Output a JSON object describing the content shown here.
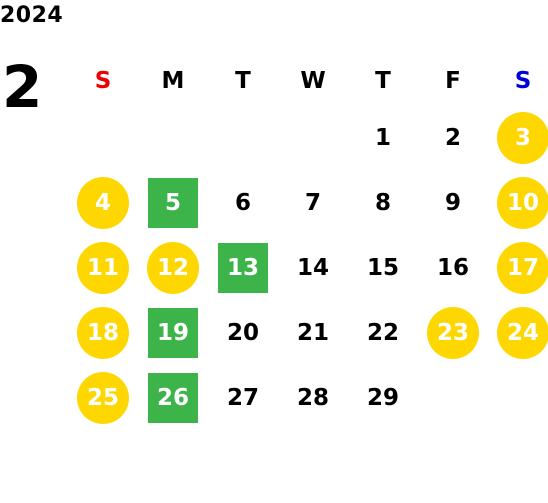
{
  "calendar": {
    "year": "2024",
    "month": "2",
    "weekdays": [
      {
        "label": "S",
        "color": "#ee0000"
      },
      {
        "label": "M",
        "color": "#000000"
      },
      {
        "label": "T",
        "color": "#000000"
      },
      {
        "label": "W",
        "color": "#000000"
      },
      {
        "label": "T",
        "color": "#000000"
      },
      {
        "label": "F",
        "color": "#000000"
      },
      {
        "label": "S",
        "color": "#0000dd"
      }
    ],
    "weeks": [
      [
        null,
        null,
        null,
        null,
        {
          "day": "1",
          "style": "normal"
        },
        {
          "day": "2",
          "style": "normal"
        },
        {
          "day": "3",
          "style": "holiday"
        }
      ],
      [
        {
          "day": "4",
          "style": "holiday"
        },
        {
          "day": "5",
          "style": "special"
        },
        {
          "day": "6",
          "style": "normal"
        },
        {
          "day": "7",
          "style": "normal"
        },
        {
          "day": "8",
          "style": "normal"
        },
        {
          "day": "9",
          "style": "normal"
        },
        {
          "day": "10",
          "style": "holiday"
        }
      ],
      [
        {
          "day": "11",
          "style": "holiday"
        },
        {
          "day": "12",
          "style": "holiday"
        },
        {
          "day": "13",
          "style": "special"
        },
        {
          "day": "14",
          "style": "normal"
        },
        {
          "day": "15",
          "style": "normal"
        },
        {
          "day": "16",
          "style": "normal"
        },
        {
          "day": "17",
          "style": "holiday"
        }
      ],
      [
        {
          "day": "18",
          "style": "holiday"
        },
        {
          "day": "19",
          "style": "special"
        },
        {
          "day": "20",
          "style": "normal"
        },
        {
          "day": "21",
          "style": "normal"
        },
        {
          "day": "22",
          "style": "normal"
        },
        {
          "day": "23",
          "style": "holiday"
        },
        {
          "day": "24",
          "style": "holiday"
        }
      ],
      [
        {
          "day": "25",
          "style": "holiday"
        },
        {
          "day": "26",
          "style": "special"
        },
        {
          "day": "27",
          "style": "normal"
        },
        {
          "day": "28",
          "style": "normal"
        },
        {
          "day": "29",
          "style": "normal"
        },
        null,
        null
      ]
    ],
    "colors": {
      "holiday": "#ffd700",
      "special": "#3cb44a",
      "sunday_header": "#ee0000",
      "saturday_header": "#0000dd"
    }
  }
}
